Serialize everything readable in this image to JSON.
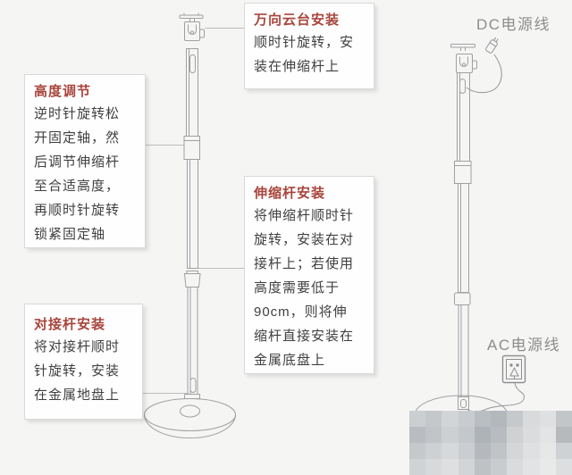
{
  "colors": {
    "background": "#f5f5f4",
    "callout_border": "#d9d9d9",
    "title_red": "#a8453c",
    "body_text": "#404040",
    "label_gray": "#8d8d8d",
    "line_art": "#a0a0a3"
  },
  "callouts": {
    "gimbal": {
      "title": "万向云台安装",
      "body": "顺时针旋转，安\n装在伸缩杆上"
    },
    "height": {
      "title": "高度调节",
      "body": "逆时针旋转松\n开固定轴，然\n后调节伸缩杆\n至合适高度，\n再顺时针旋转\n锁紧固定轴"
    },
    "pole": {
      "title": "伸缩杆安装",
      "body": "将伸缩杆顺时针\n旋转，安装在对\n接杆上；若使用\n高度需要低于\n90cm，则将伸\n缩杆直接安装在\n金属底盘上"
    },
    "dock": {
      "title": "对接杆安装",
      "body": "将对接杆顺时\n针旋转，安装\n在金属地盘上"
    }
  },
  "labels": {
    "dc_cable": "DC电源线",
    "ac_cable": "AC电源线"
  },
  "mosaic_colors": [
    [
      "#cbcfd2",
      "#c4c8cb",
      "#d2d4d6",
      "#c9ccce",
      "#babec2",
      "#b3b8bc",
      "#c6c9cb",
      "#d8dadb",
      "#dee0e1",
      "#c2c6c9"
    ],
    [
      "#b9bdc1",
      "#c1c5c8",
      "#cdd0d2",
      "#c5c8ca",
      "#aeb3b8",
      "#b8bcc0",
      "#cfd1d3",
      "#dbdcdd",
      "#e3e4e5",
      "#b6babd"
    ],
    [
      "#c6c9cc",
      "#ced1d3",
      "#d6d8d9",
      "#cbced0",
      "#b5b9bd",
      "#c0c4c7",
      "#d4d6d7",
      "#dfe0e1",
      "#e6e7e7",
      "#cfd2d4"
    ],
    [
      "#d0d3d5",
      "#d7d9da",
      "#dddfe0",
      "#d2d4d6",
      "#bec2c5",
      "#c9cccf",
      "#d9dbdc",
      "#e2e3e4",
      "#e8e9e9",
      "#dcdedf"
    ]
  ]
}
